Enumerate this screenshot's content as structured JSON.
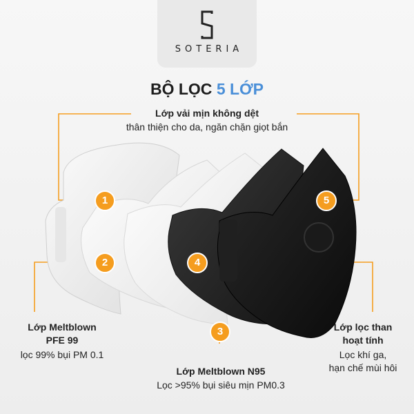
{
  "brand": {
    "name": "SOTERIA",
    "logo_icon": "s-monogram-icon"
  },
  "title": {
    "prefix": "BỘ LỌC",
    "accent": "5 LỚP"
  },
  "accent_color": "#f59d1f",
  "layers": [
    {
      "number": "1",
      "title": "Lớp vải mịn không dệt",
      "desc": "thân thiện cho da, ngăn chặn giọt bắn"
    },
    {
      "number": "2",
      "title_line1": "Lớp Meltblown",
      "title_line2": "PFE 99",
      "desc": "lọc 99% bụi PM 0.1"
    },
    {
      "number": "3",
      "title": "Lớp Meltblown N95",
      "desc": "Lọc >95% bụi siêu mịn PM0.3"
    },
    {
      "number": "4",
      "title_line1": "Lớp lọc than",
      "title_line2": "hoạt tính",
      "desc_line1": "Lọc khí ga,",
      "desc_line2": "hạn chế mùi hôi"
    },
    {
      "number": "5"
    }
  ]
}
